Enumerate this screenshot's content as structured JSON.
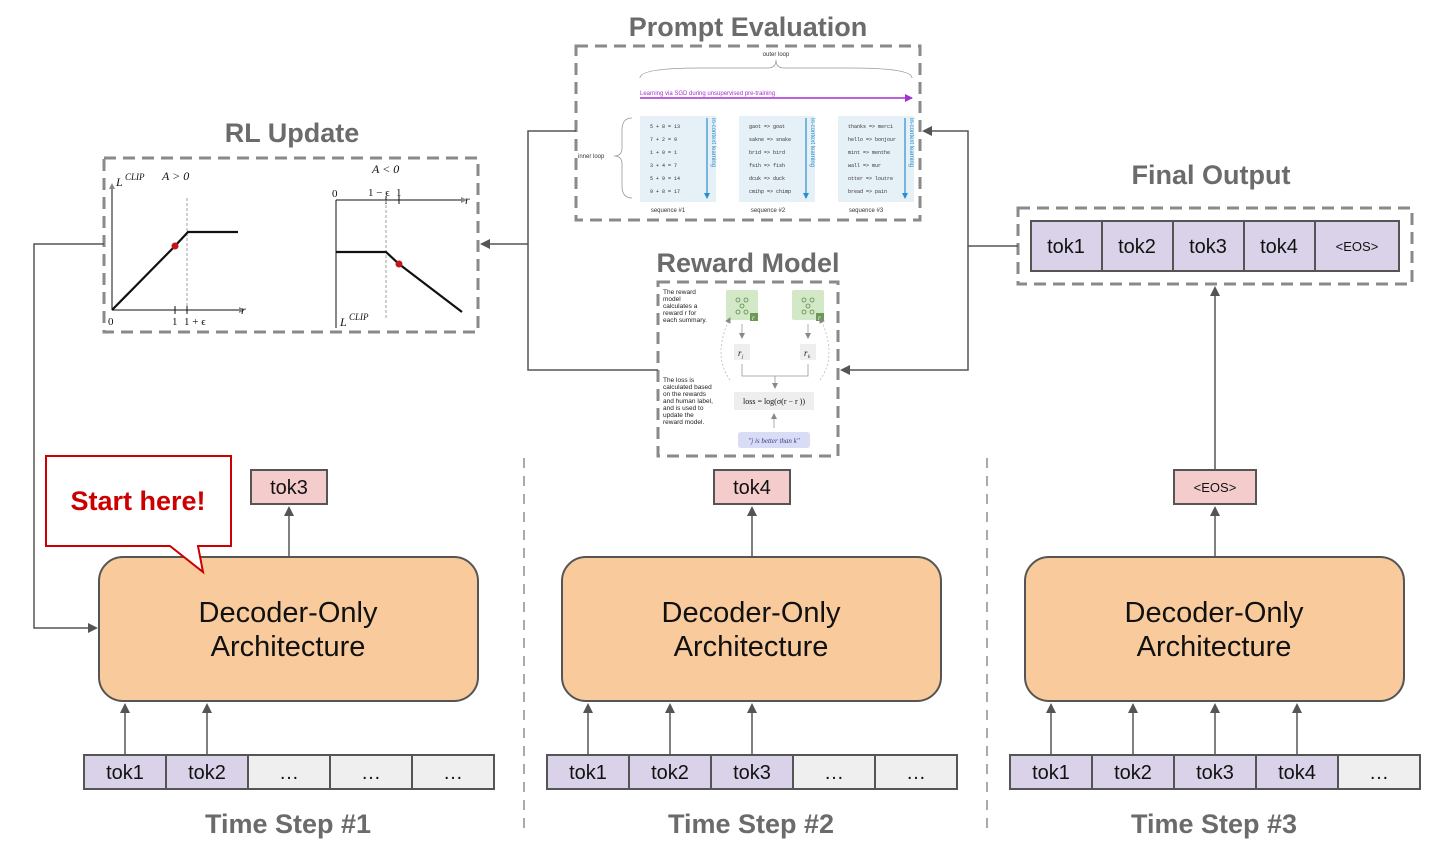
{
  "titles": {
    "prompt_evaluation": "Prompt Evaluation",
    "rl_update": "RL Update",
    "reward_model": "Reward Model",
    "final_output": "Final Output"
  },
  "callout": "Start here!",
  "decoder_label_line1": "Decoder-Only",
  "decoder_label_line2": "Architecture",
  "steps": [
    {
      "label": "Time Step #1",
      "output": "tok3",
      "inputs": [
        "tok1",
        "tok2",
        "…",
        "…",
        "…"
      ]
    },
    {
      "label": "Time Step #2",
      "output": "tok4",
      "inputs": [
        "tok1",
        "tok2",
        "tok3",
        "…",
        "…"
      ]
    },
    {
      "label": "Time Step #3",
      "output": "<EOS>",
      "inputs": [
        "tok1",
        "tok2",
        "tok3",
        "tok4",
        "…"
      ]
    }
  ],
  "final_output_tokens": [
    "tok1",
    "tok2",
    "tok3",
    "tok4",
    "<EOS>"
  ],
  "rl_update": {
    "left": {
      "y_label": "L",
      "y_sup": "CLIP",
      "cond": "A > 0",
      "x_label": "r",
      "origin": "0",
      "tick1": "1",
      "tick2": "1 + ϵ"
    },
    "right": {
      "y_label": "L",
      "y_sup": "CLIP",
      "cond": "A < 0",
      "x_label": "r",
      "origin": "0",
      "tick1": "1 − ϵ",
      "tick2": "1"
    }
  },
  "prompt_evaluation": {
    "outer_loop": "outer loop",
    "inner_loop": "inner loop",
    "sgd_label": "Learning via SGD during unsupervised pre-training",
    "in_context_label": "in-context learning",
    "sequences": [
      {
        "name": "sequence #1",
        "lines": [
          "5 + 8 = 13",
          "7 + 2 = 9",
          "1 + 0 = 1",
          "3 + 4 = 7",
          "5 + 9 = 14",
          "9 + 8 = 17"
        ]
      },
      {
        "name": "sequence #2",
        "lines": [
          "gaot => goat",
          "sakne => snake",
          "brid => bird",
          "fsih => fish",
          "dcuk => duck",
          "cmihp => chimp"
        ]
      },
      {
        "name": "sequence #3",
        "lines": [
          "thanks => merci",
          "hello => bonjour",
          "mint => menthe",
          "wall => mur",
          "otter => loutre",
          "bread => pain"
        ]
      }
    ]
  },
  "reward_model": {
    "text1": [
      "The reward",
      "model",
      "calculates a",
      "reward r for",
      "each summary."
    ],
    "text2": [
      "The loss is",
      "calculated based",
      "on the rewards",
      "and human label,",
      "and is used to",
      "update the",
      "reward model."
    ],
    "badge": "r",
    "rj": "r",
    "rj_sub": "j",
    "rk": "r",
    "rk_sub": "k",
    "loss": "loss = log(σ(r  − r ))",
    "label": "\"j is better than k\""
  }
}
